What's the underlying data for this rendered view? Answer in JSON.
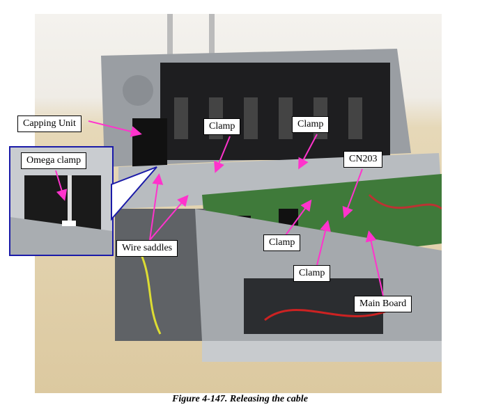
{
  "figure": {
    "caption": "Figure 4-147.  Releasing the cable"
  },
  "labels": {
    "capping_unit": "Capping Unit",
    "omega_clamp": "Omega clamp",
    "clamp_1": "Clamp",
    "clamp_2": "Clamp",
    "cn203": "CN203",
    "wire_saddles": "Wire saddles",
    "clamp_3": "Clamp",
    "clamp_4": "Clamp",
    "main_board": "Main Board"
  },
  "colors": {
    "arrow": "#ff33cc",
    "inset_border": "#1a1aa8",
    "board": "#3f7a3a"
  }
}
